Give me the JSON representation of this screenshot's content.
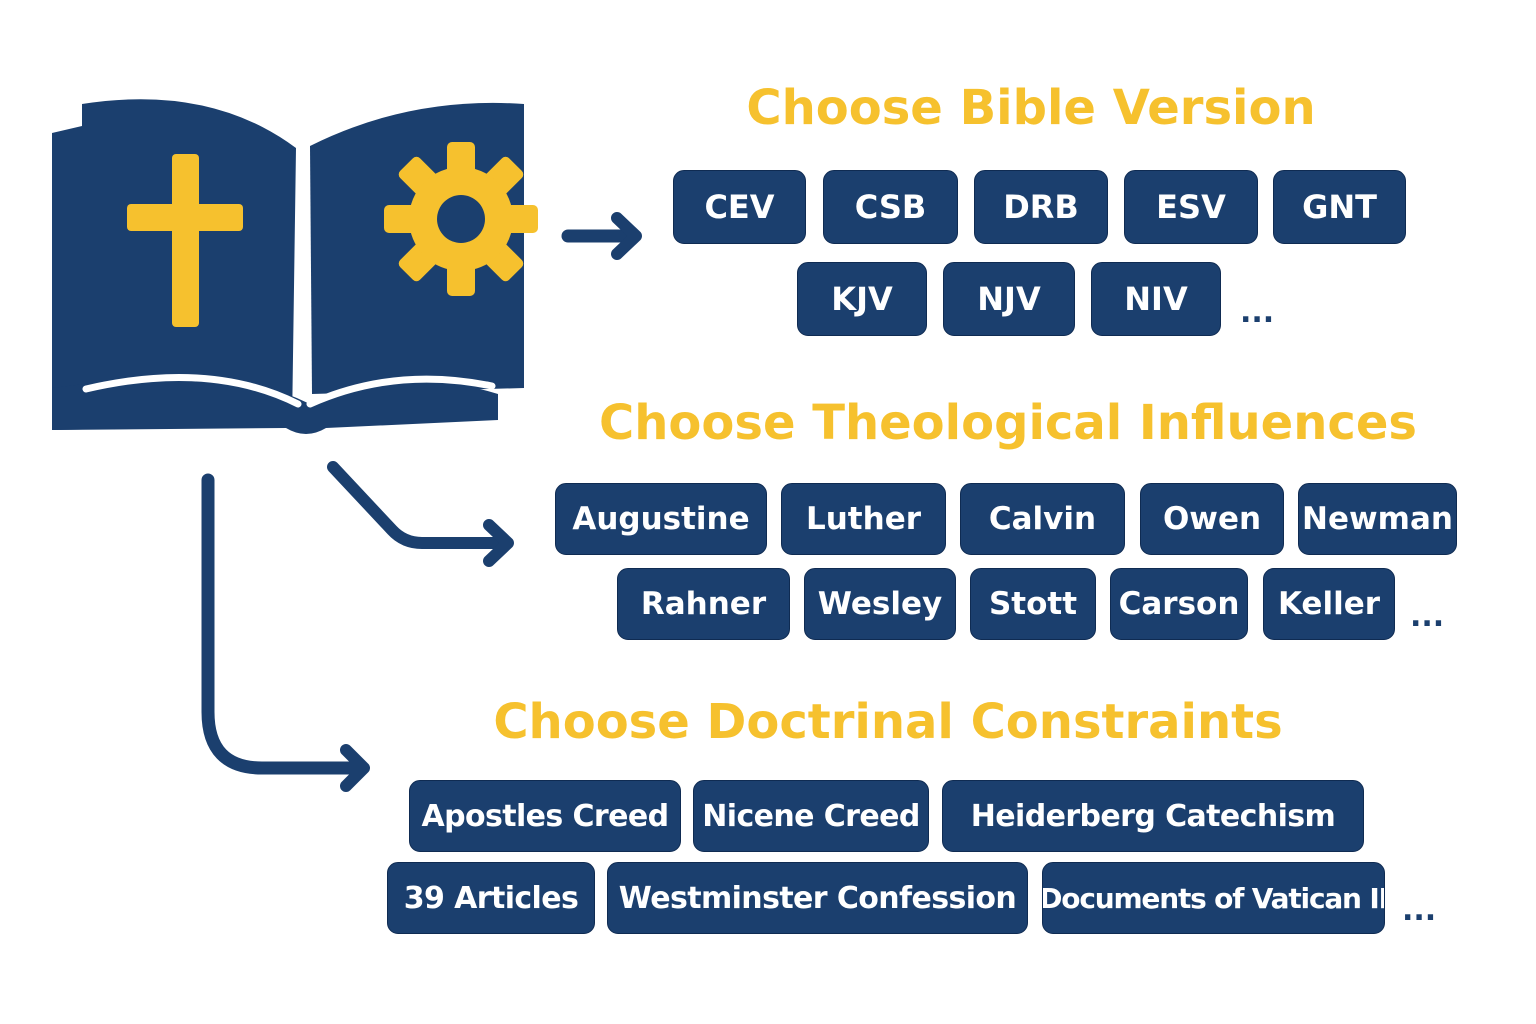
{
  "colors": {
    "navy": "#1b3f6e",
    "gold": "#f6c12e",
    "white": "#ffffff"
  },
  "icon": {
    "book": "open-book-icon",
    "cross": "cross-icon",
    "gear": "gear-icon",
    "arrow": "arrow-right-icon"
  },
  "sections": {
    "bible_version": {
      "title": "Choose Bible Version",
      "options": [
        "CEV",
        "CSB",
        "DRB",
        "ESV",
        "GNT",
        "KJV",
        "NJV",
        "NIV"
      ],
      "more": "..."
    },
    "theological_influences": {
      "title": "Choose Theological Influences",
      "options": [
        "Augustine",
        "Luther",
        "Calvin",
        "Owen",
        "Newman",
        "Rahner",
        "Wesley",
        "Stott",
        "Carson",
        "Keller"
      ],
      "more": "..."
    },
    "doctrinal_constraints": {
      "title": "Choose Doctrinal Constraints",
      "options": [
        "Apostles Creed",
        "Nicene Creed",
        "Heiderberg Catechism",
        "39 Articles",
        "Westminster Confession",
        "Documents of Vatican II"
      ],
      "more": "..."
    }
  }
}
